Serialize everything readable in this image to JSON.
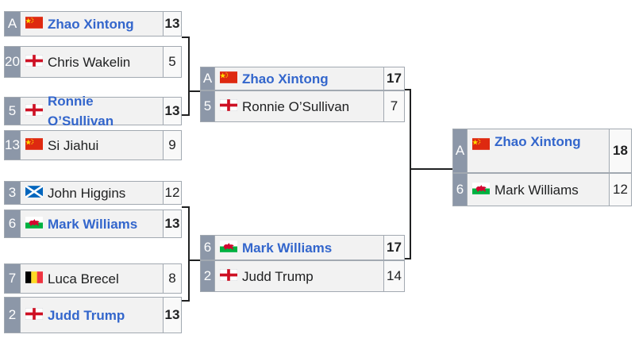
{
  "r1": [
    {
      "top": {
        "seed": "A",
        "flag": "china",
        "name": "Zhao Xintong",
        "score": "13",
        "winner": true
      },
      "bottom": {
        "seed": "20",
        "flag": "england",
        "name": "Chris Wakelin",
        "score": "5",
        "winner": false
      }
    },
    {
      "top": {
        "seed": "5",
        "flag": "england",
        "name": "Ronnie O’Sullivan",
        "score": "13",
        "winner": true
      },
      "bottom": {
        "seed": "13",
        "flag": "china",
        "name": "Si Jiahui",
        "score": "9",
        "winner": false
      }
    },
    {
      "top": {
        "seed": "3",
        "flag": "scotland",
        "name": "John Higgins",
        "score": "12",
        "winner": false
      },
      "bottom": {
        "seed": "6",
        "flag": "wales",
        "name": "Mark Williams",
        "score": "13",
        "winner": true
      }
    },
    {
      "top": {
        "seed": "7",
        "flag": "belgium",
        "name": "Luca Brecel",
        "score": "8",
        "winner": false
      },
      "bottom": {
        "seed": "2",
        "flag": "england",
        "name": "Judd Trump",
        "score": "13",
        "winner": true
      }
    }
  ],
  "r2": [
    {
      "top": {
        "seed": "A",
        "flag": "china",
        "name": "Zhao Xintong",
        "score": "17",
        "winner": true
      },
      "bottom": {
        "seed": "5",
        "flag": "england",
        "name": "Ronnie O’Sullivan",
        "score": "7",
        "winner": false
      }
    },
    {
      "top": {
        "seed": "6",
        "flag": "wales",
        "name": "Mark Williams",
        "score": "17",
        "winner": true
      },
      "bottom": {
        "seed": "2",
        "flag": "england",
        "name": "Judd Trump",
        "score": "14",
        "winner": false
      }
    }
  ],
  "final": [
    {
      "top": {
        "seed": "A",
        "flag": "china",
        "name": "Zhao Xintong",
        "score": "18",
        "winner": true
      },
      "bottom": {
        "seed": "6",
        "flag": "wales",
        "name": "Mark Williams",
        "score": "12",
        "winner": false
      }
    }
  ],
  "flags": {
    "china": "china-flag-icon",
    "england": "england-flag-icon",
    "scotland": "scotland-flag-icon",
    "wales": "wales-flag-icon",
    "belgium": "belgium-flag-icon"
  }
}
